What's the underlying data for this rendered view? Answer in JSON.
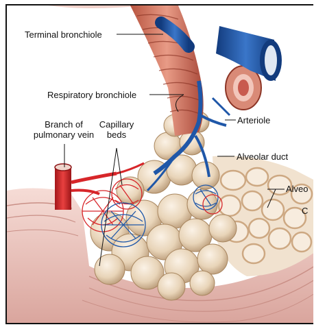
{
  "labels": {
    "terminal_bronchiole": "Terminal bronchiole",
    "respiratory_bronchiole": "Respiratory bronchiole",
    "branch_pulmonary_vein_line1": "Branch of",
    "branch_pulmonary_vein_line2": "pulmonary vein",
    "capillary_beds_line1": "Capillary",
    "capillary_beds_line2": "beds",
    "arteriole": "Arteriole",
    "alveolar_duct": "Alveolar duct",
    "alveoli_partial": "Alveo",
    "cut_partial": "C"
  },
  "colors": {
    "bronchiole_muscle": "#d9846f",
    "vein_red": "#d7262a",
    "artery_blue": "#1f57a8",
    "alveoli_tan": "#e8d6bd",
    "pleura_pink": "#ecc3bd"
  }
}
